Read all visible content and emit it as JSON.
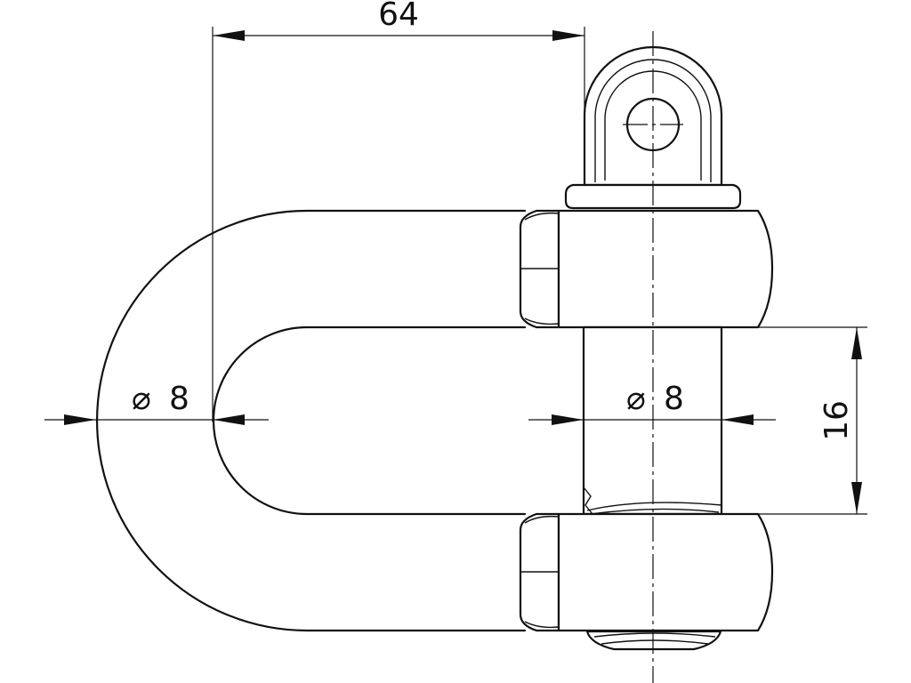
{
  "dimensions": {
    "top_width": "64",
    "bow_diameter_symbol": "⌀",
    "bow_diameter_value": "8",
    "pin_diameter_symbol": "⌀",
    "pin_diameter_value": "8",
    "inner_height": "16"
  },
  "colors": {
    "line": "#111111",
    "background": "#ffffff"
  }
}
